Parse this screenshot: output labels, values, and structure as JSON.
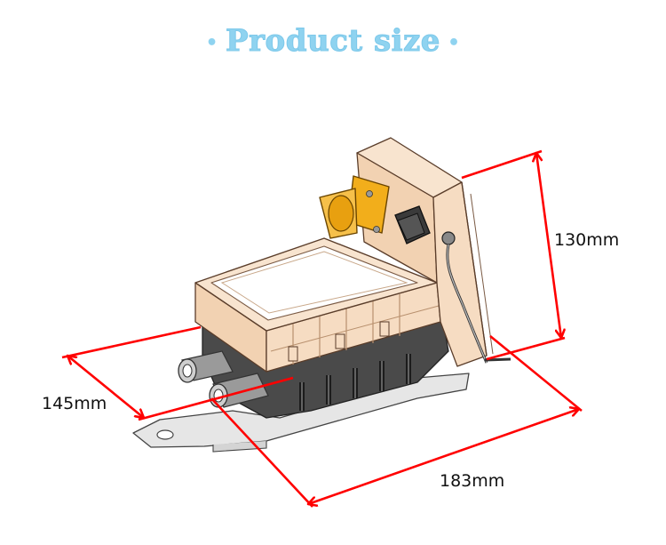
{
  "title": {
    "text": "Product size",
    "bullet": "•",
    "color": "#8fd3f0"
  },
  "dimensions": {
    "height_label": "130mm",
    "width_label": "145mm",
    "length_label": "183mm"
  },
  "colors": {
    "arrow": "#ff0000",
    "housing": "#f6dcc2",
    "housing_outline": "#5a3d2a",
    "connector": "#f2ae1b",
    "base": "#3a3a3a"
  }
}
